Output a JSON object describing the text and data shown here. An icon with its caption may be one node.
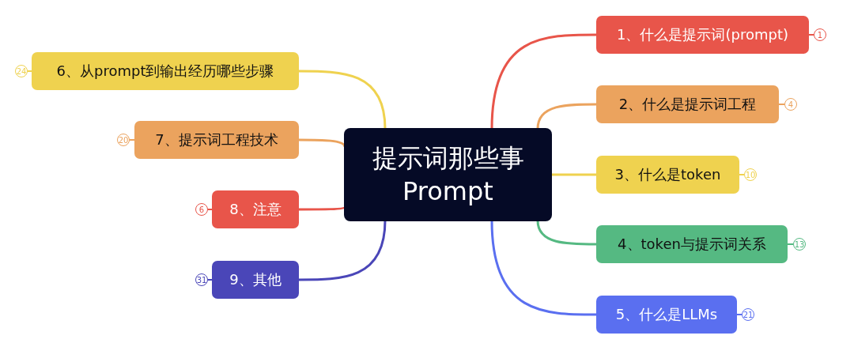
{
  "diagram": {
    "nodes": [
      {
        "text": [
          "提示词那些事 Prompt"
        ]
      },
      {
        "text": [
          "1、什么是提示词(prompt)"
        ]
      },
      {
        "text": [
          "1"
        ]
      },
      {
        "text": [
          "2、什么是提示词工程"
        ]
      },
      {
        "text": [
          "4"
        ]
      },
      {
        "text": [
          "3、什么是token"
        ]
      },
      {
        "text": [
          "10"
        ]
      },
      {
        "text": [
          "4、token与提示词关系"
        ]
      },
      {
        "text": [
          "13"
        ]
      },
      {
        "text": [
          "5、什么是LLMs"
        ]
      },
      {
        "text": [
          "21"
        ]
      },
      {
        "text": [
          "6、从prompt到输出经历哪些步骤"
        ]
      },
      {
        "text": [
          "24"
        ]
      },
      {
        "text": [
          "7、提示词工程技术"
        ]
      },
      {
        "text": [
          "20"
        ]
      },
      {
        "text": [
          "8、注意"
        ]
      },
      {
        "text": [
          "6"
        ]
      },
      {
        "text": [
          "9、其他"
        ]
      },
      {
        "text": [
          "31"
        ]
      }
    ],
    "edges": [
      {
        "from": 0,
        "to": 1,
        "arrow": "none",
        "color": "#e8554a"
      },
      {
        "from": 1,
        "to": 2,
        "arrow": "none",
        "color": "#e8554a"
      },
      {
        "from": 0,
        "to": 3,
        "arrow": "none",
        "color": "#eba35e"
      },
      {
        "from": 3,
        "to": 4,
        "arrow": "none",
        "color": "#eba35e"
      },
      {
        "from": 0,
        "to": 5,
        "arrow": "none",
        "color": "#efd24f"
      },
      {
        "from": 5,
        "to": 6,
        "arrow": "none",
        "color": "#efd24f"
      },
      {
        "from": 0,
        "to": 7,
        "arrow": "none",
        "color": "#55b982"
      },
      {
        "from": 7,
        "to": 8,
        "arrow": "none",
        "color": "#55b982"
      },
      {
        "from": 0,
        "to": 9,
        "arrow": "none",
        "color": "#5a6ff0"
      },
      {
        "from": 9,
        "to": 10,
        "arrow": "none",
        "color": "#5a6ff0"
      },
      {
        "from": 0,
        "to": 11,
        "arrow": "none",
        "color": "#efd24f"
      },
      {
        "from": 11,
        "to": 12,
        "arrow": "none",
        "color": "#efd24f"
      },
      {
        "from": 0,
        "to": 13,
        "arrow": "none",
        "color": "#eba35e"
      },
      {
        "from": 13,
        "to": 14,
        "arrow": "none",
        "color": "#eba35e"
      },
      {
        "from": 0,
        "to": 15,
        "arrow": "none",
        "color": "#e8554a"
      },
      {
        "from": 15,
        "to": 16,
        "arrow": "none",
        "color": "#e8554a"
      },
      {
        "from": 0,
        "to": 17,
        "arrow": "none",
        "color": "#4a46b8"
      },
      {
        "from": 17,
        "to": 18,
        "arrow": "none",
        "color": "#4a46b8"
      }
    ]
  }
}
